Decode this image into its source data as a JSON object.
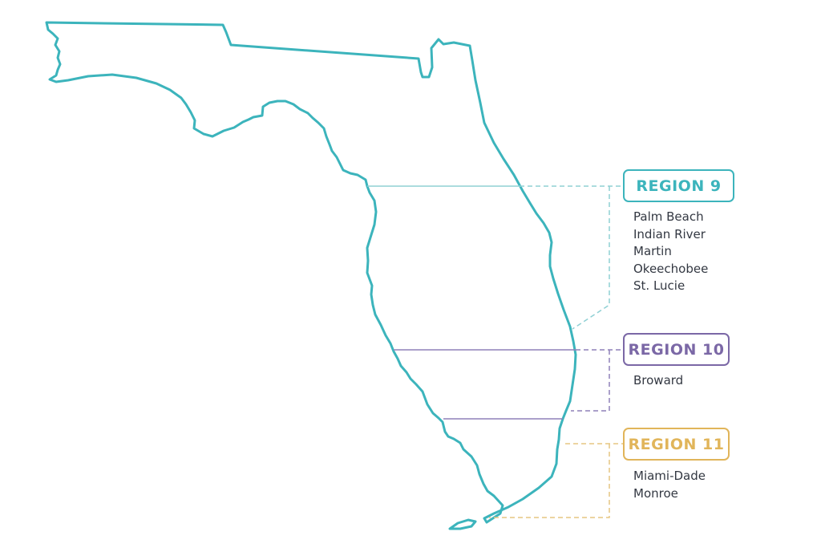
{
  "colors": {
    "outline": "#3cb4bc",
    "region9": "#3cb4bc",
    "region10": "#7b68a6",
    "region11": "#e1b55a",
    "text": "#333842"
  },
  "regions": [
    {
      "label": "REGION 9",
      "counties": [
        "Palm Beach",
        "Indian River",
        "Martin",
        "Okeechobee",
        "St. Lucie"
      ]
    },
    {
      "label": "REGION 10",
      "counties": [
        "Broward"
      ]
    },
    {
      "label": "REGION 11",
      "counties": [
        "Miami-Dade",
        "Monroe"
      ]
    }
  ]
}
